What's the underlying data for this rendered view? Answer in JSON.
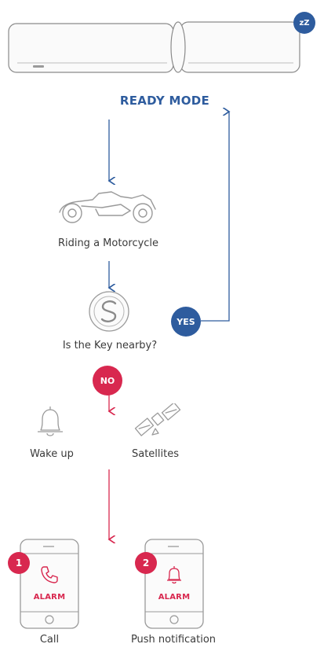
{
  "colors": {
    "blue": "#2e5c9e",
    "red": "#d8284f",
    "gray": "#9a9a9a",
    "text": "#3a3a3a"
  },
  "device": {
    "icon": "tracker-device-icon",
    "sleep_badge": "zZ"
  },
  "ready_mode": {
    "label": "READY MODE"
  },
  "riding": {
    "icon": "motorcycle-icon",
    "label": "Riding a Motorcycle"
  },
  "key": {
    "icon": "key-fob-icon",
    "label": "Is the Key nearby?"
  },
  "decision": {
    "yes": "YES",
    "no": "NO"
  },
  "wake": {
    "icon": "bell-icon",
    "label": "Wake up"
  },
  "satellites": {
    "icon": "satellite-icon",
    "label": "Satellites"
  },
  "alerts": [
    {
      "number": "1",
      "icon": "phone-icon",
      "alarm": "ALARM",
      "label": "Call"
    },
    {
      "number": "2",
      "icon": "bell-icon",
      "alarm": "ALARM",
      "label": "Push notification"
    }
  ]
}
